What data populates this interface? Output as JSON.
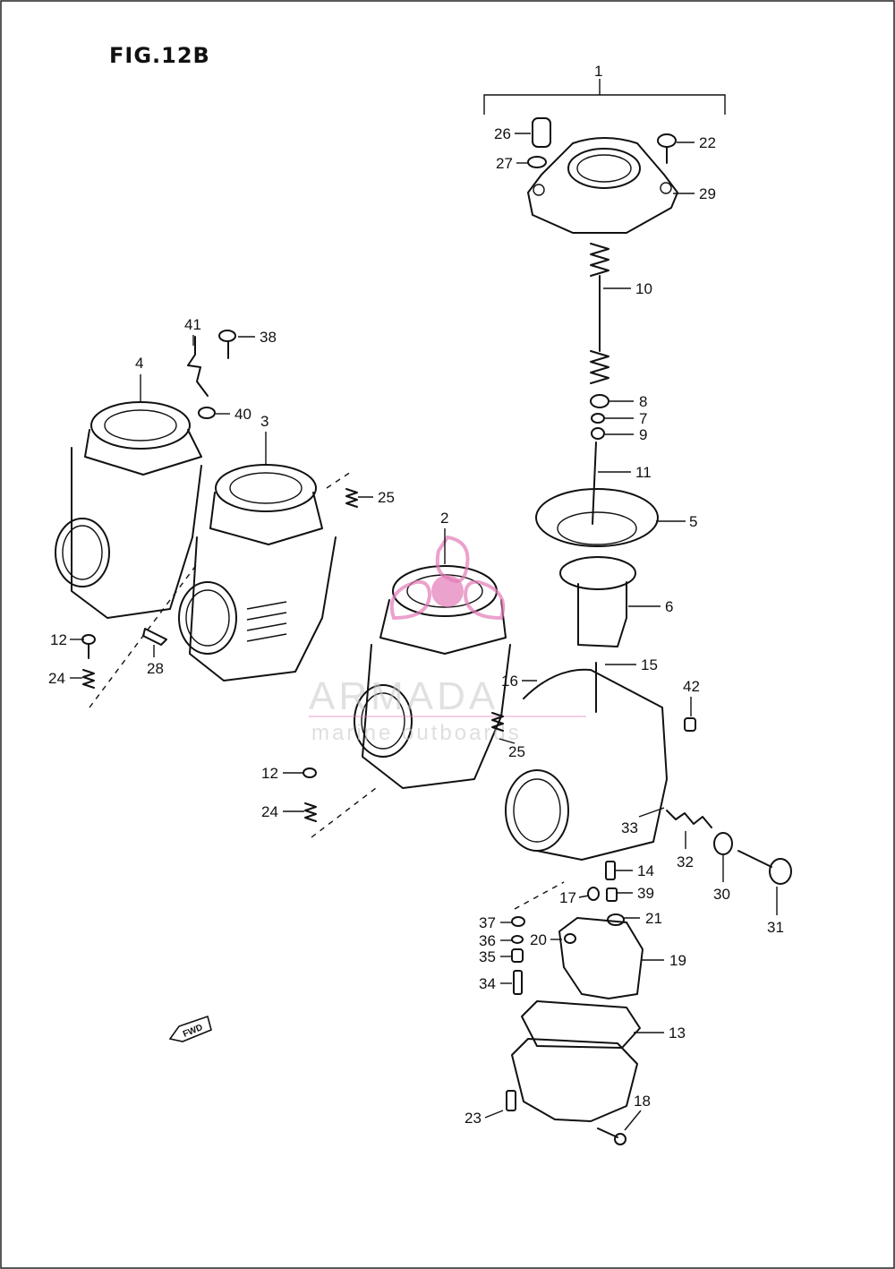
{
  "figure": {
    "title": "FIG.12B"
  },
  "watermark": {
    "brand": "ARMADA",
    "tagline": "marine outboards",
    "color": "#e27bb6"
  },
  "fwd_label": "FWD",
  "callouts": [
    {
      "id": "c1",
      "label": "1"
    },
    {
      "id": "c2",
      "label": "2"
    },
    {
      "id": "c3",
      "label": "3"
    },
    {
      "id": "c4",
      "label": "4"
    },
    {
      "id": "c5",
      "label": "5"
    },
    {
      "id": "c6",
      "label": "6"
    },
    {
      "id": "c7",
      "label": "7"
    },
    {
      "id": "c8",
      "label": "8"
    },
    {
      "id": "c9",
      "label": "9"
    },
    {
      "id": "c10",
      "label": "10"
    },
    {
      "id": "c11",
      "label": "11"
    },
    {
      "id": "c12a",
      "label": "12"
    },
    {
      "id": "c12b",
      "label": "12"
    },
    {
      "id": "c13",
      "label": "13"
    },
    {
      "id": "c14",
      "label": "14"
    },
    {
      "id": "c15",
      "label": "15"
    },
    {
      "id": "c16",
      "label": "16"
    },
    {
      "id": "c17",
      "label": "17"
    },
    {
      "id": "c18",
      "label": "18"
    },
    {
      "id": "c19",
      "label": "19"
    },
    {
      "id": "c20",
      "label": "20"
    },
    {
      "id": "c21",
      "label": "21"
    },
    {
      "id": "c22",
      "label": "22"
    },
    {
      "id": "c23",
      "label": "23"
    },
    {
      "id": "c24a",
      "label": "24"
    },
    {
      "id": "c24b",
      "label": "24"
    },
    {
      "id": "c25a",
      "label": "25"
    },
    {
      "id": "c25b",
      "label": "25"
    },
    {
      "id": "c26",
      "label": "26"
    },
    {
      "id": "c27",
      "label": "27"
    },
    {
      "id": "c28",
      "label": "28"
    },
    {
      "id": "c29",
      "label": "29"
    },
    {
      "id": "c30",
      "label": "30"
    },
    {
      "id": "c31",
      "label": "31"
    },
    {
      "id": "c32",
      "label": "32"
    },
    {
      "id": "c33",
      "label": "33"
    },
    {
      "id": "c34",
      "label": "34"
    },
    {
      "id": "c35",
      "label": "35"
    },
    {
      "id": "c36",
      "label": "36"
    },
    {
      "id": "c37",
      "label": "37"
    },
    {
      "id": "c38",
      "label": "38"
    },
    {
      "id": "c39",
      "label": "39"
    },
    {
      "id": "c40",
      "label": "40"
    },
    {
      "id": "c41",
      "label": "41"
    },
    {
      "id": "c42",
      "label": "42"
    }
  ]
}
